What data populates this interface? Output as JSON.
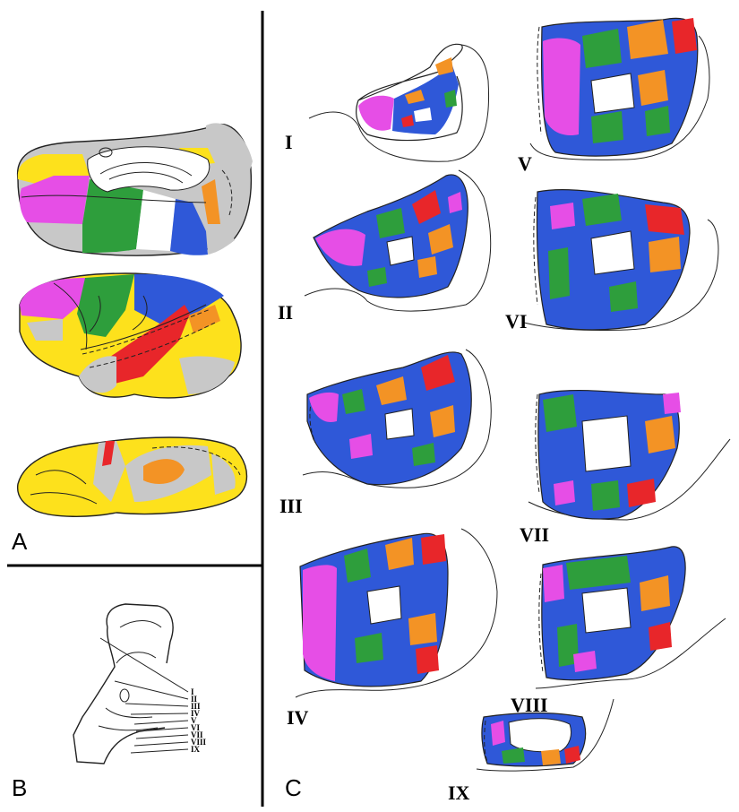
{
  "colors": {
    "magenta": "#e64ee6",
    "orange": "#f39325",
    "blue": "#2f58d8",
    "green": "#2e9e3c",
    "red": "#e8262a",
    "yellow": "#fde11c",
    "gray": "#c8c8c8"
  },
  "panels": {
    "A": {
      "label": "A"
    },
    "B": {
      "label": "B"
    },
    "C": {
      "label": "C"
    }
  },
  "section_key_labels": [
    "I",
    "II",
    "III",
    "IV",
    "V",
    "VI",
    "VII",
    "VIII",
    "IX"
  ],
  "sections": [
    {
      "label": "I"
    },
    {
      "label": "II"
    },
    {
      "label": "III"
    },
    {
      "label": "IV"
    },
    {
      "label": "V"
    },
    {
      "label": "VI"
    },
    {
      "label": "VII"
    },
    {
      "label": "VIII"
    },
    {
      "label": "IX"
    }
  ]
}
